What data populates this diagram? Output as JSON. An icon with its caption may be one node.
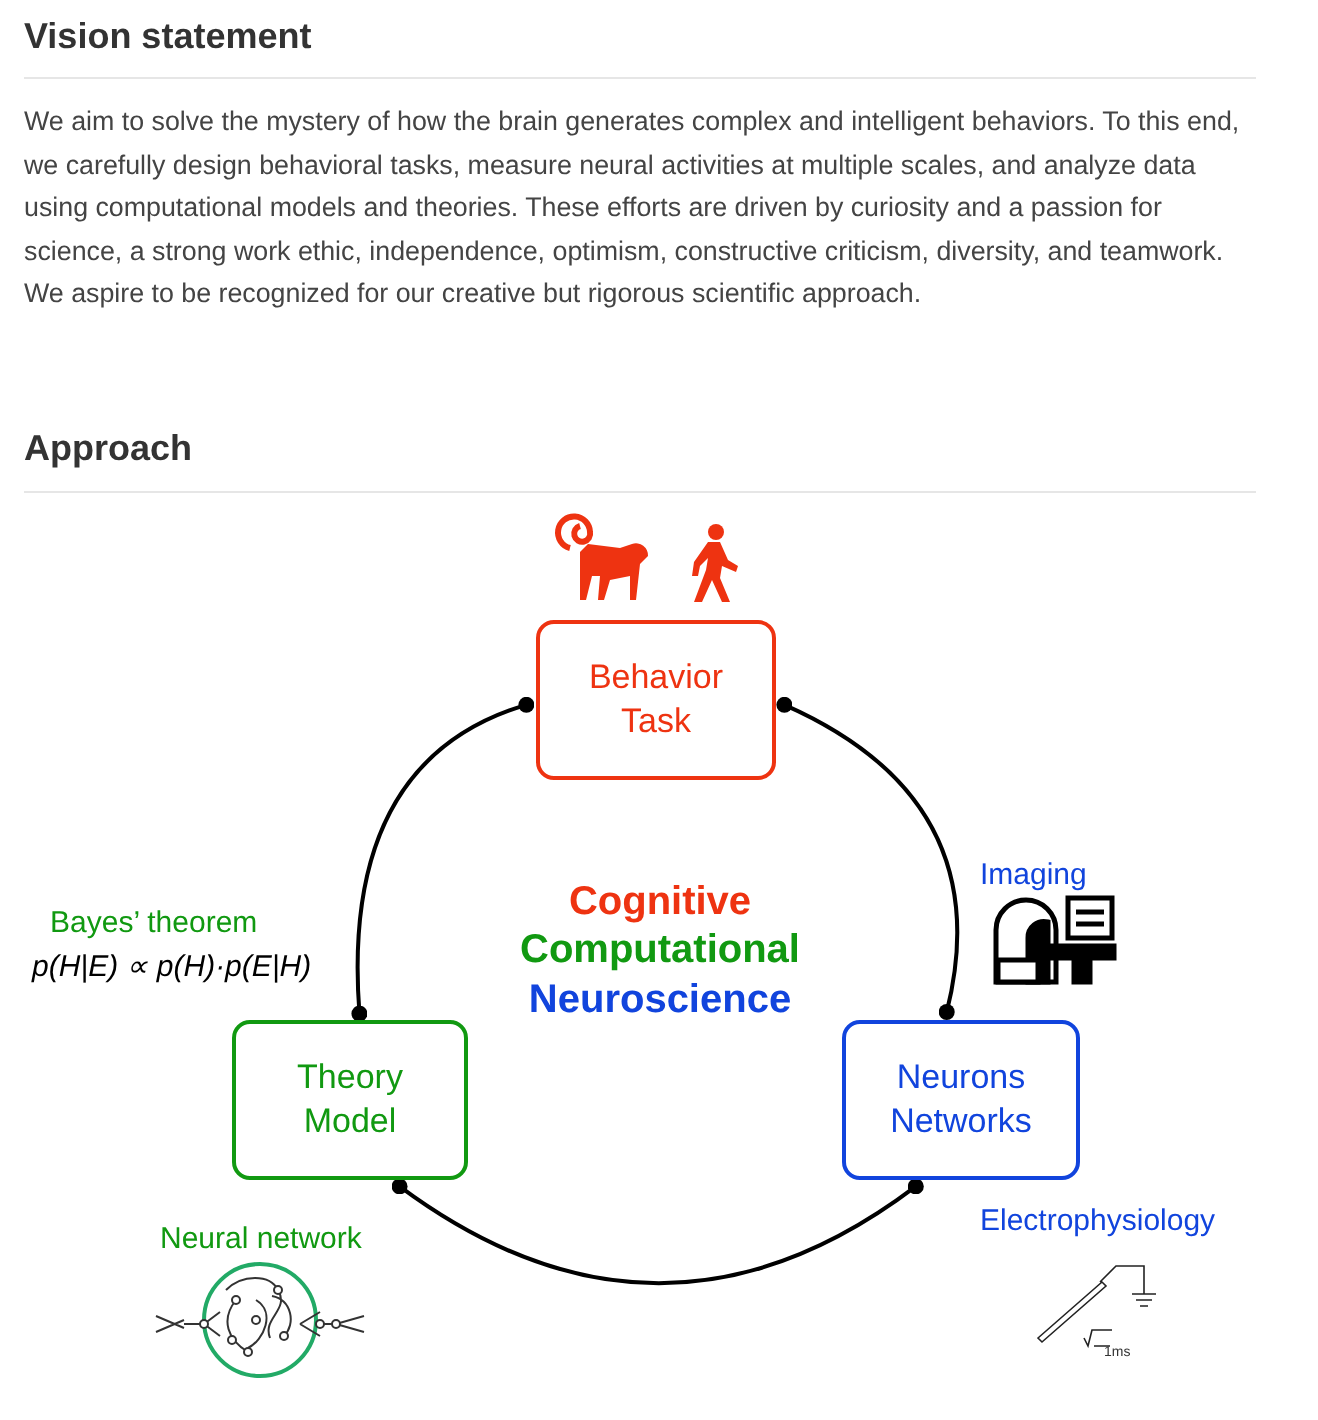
{
  "diagram": {
    "nodes": [
      {
        "text": [
          "Behavior Task"
        ]
      },
      {
        "text": [
          "Theory Model"
        ]
      },
      {
        "text": [
          "Neurons Networks"
        ]
      }
    ],
    "edges": [
      {
        "from": 0,
        "to": 2,
        "arrow": "other"
      },
      {
        "from": 2,
        "to": 1,
        "arrow": "other"
      },
      {
        "from": 1,
        "to": 0,
        "arrow": "other"
      }
    ],
    "labels": [
      "Vision statement",
      "We aim to solve the mystery of how the brain generates complex and intelligent behaviors. To this end, we carefully design behavioral tasks, measure neural activities at multiple scales, and analyze data using computational models and theories. These efforts are driven by curiosity and a passion for science, a strong work ethic, independence, optimism, constructive criticism, diversity, and teamwork. We aspire to be recognized for our creative but rigorous scientific approach.",
      "Approach",
      "Cognitive",
      "Computational",
      "Neuroscience",
      "Imaging",
      "Bayes’ theorem",
      "p(H|E) ∝ p(H)·p(E|H)",
      "Neural network",
      "Electrophysiology",
      "1ms"
    ]
  }
}
